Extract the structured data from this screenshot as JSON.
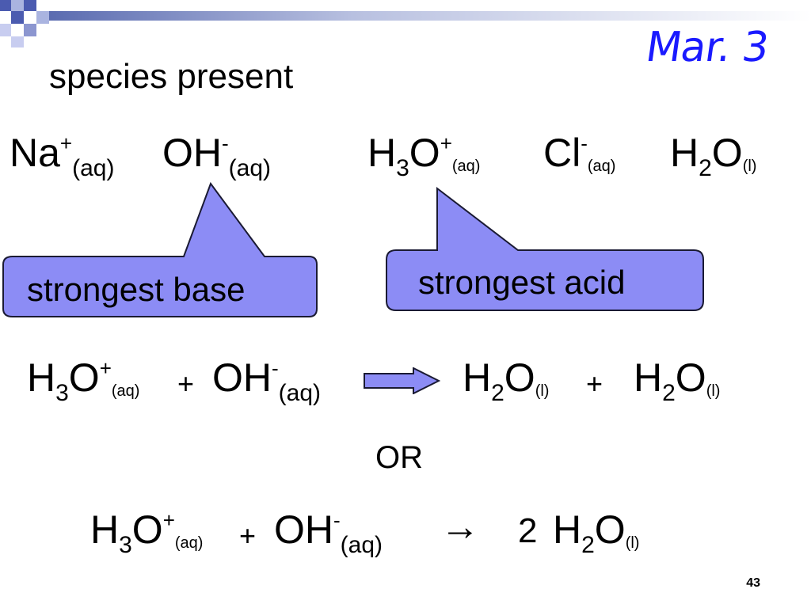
{
  "slide": {
    "title": "species present",
    "annotation": "Mar. 3",
    "page_number": "43"
  },
  "species_row": {
    "na": {
      "base": "Na",
      "charge": "+",
      "state": "(aq)"
    },
    "oh": {
      "base": "OH",
      "charge": "-",
      "state": "(aq)"
    },
    "h3o": {
      "pre": "H",
      "num": "3",
      "post": "O",
      "charge": "+",
      "state": "(aq)"
    },
    "cl": {
      "base": "Cl",
      "charge": "-",
      "state": "(aq)"
    },
    "h2o": {
      "pre": "H",
      "num": "2",
      "post": "O",
      "state": "(l)"
    }
  },
  "callouts": {
    "base_label": "strongest base",
    "acid_label": "strongest acid",
    "fill_color": "#8c8cf5",
    "border_color": "#1a1a33"
  },
  "equation1": {
    "h3o": {
      "pre": "H",
      "num": "3",
      "post": "O",
      "charge": "+",
      "state": "(aq)"
    },
    "plus1": "+",
    "oh": {
      "base": "OH",
      "charge": "-",
      "state": "(aq)"
    },
    "arrow_icon": "block-arrow-right",
    "prod1": {
      "pre": "H",
      "num": "2",
      "post": "O",
      "state": "(l)"
    },
    "plus2": "+",
    "prod2": {
      "pre": "H",
      "num": "2",
      "post": "O",
      "state": "(l)"
    }
  },
  "or_text": "OR",
  "equation2": {
    "h3o": {
      "pre": "H",
      "num": "3",
      "post": "O",
      "charge": "+",
      "state": "(aq)"
    },
    "plus1": "+",
    "oh": {
      "base": "OH",
      "charge": "-",
      "state": "(aq)"
    },
    "arrow": "→",
    "coef": "2",
    "prod": {
      "pre": "H",
      "num": "2",
      "post": "O",
      "state": "(l)"
    }
  }
}
